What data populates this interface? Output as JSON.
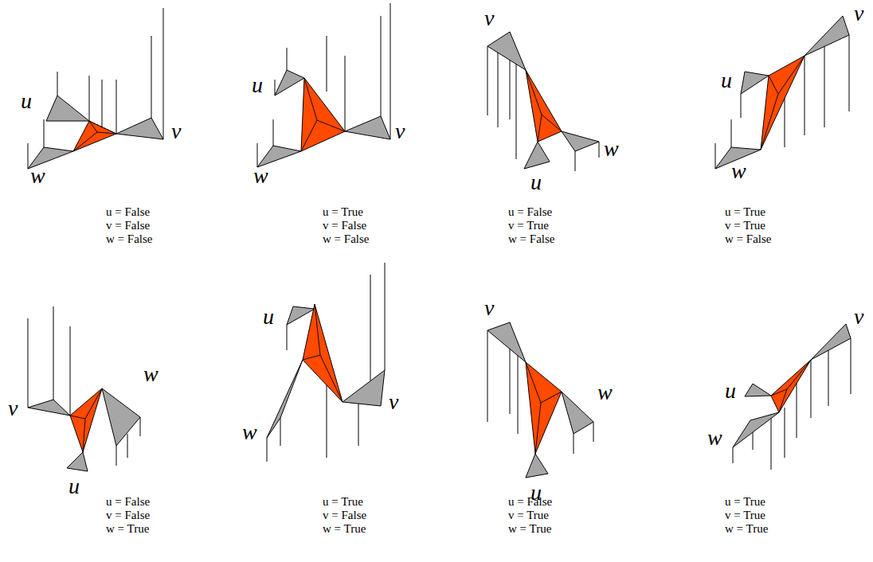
{
  "diagram": {
    "labels": [
      "u",
      "w",
      "v",
      "u = False",
      "v = False",
      "w = False",
      "u",
      "w",
      "v",
      "u = True",
      "v = False",
      "w = False",
      "v",
      "w",
      "u",
      "u = False",
      "v = True",
      "w = False",
      "v",
      "u",
      "w",
      "u = True",
      "v = True",
      "w = False",
      "v",
      "w",
      "u",
      "u = False",
      "v = False",
      "w = True",
      "u",
      "w",
      "v",
      "u = True",
      "v = False",
      "w = True",
      "v",
      "w",
      "u",
      "u = False",
      "v = True",
      "w = True",
      "v",
      "u",
      "w",
      "u = True",
      "v = True",
      "w = True"
    ]
  }
}
